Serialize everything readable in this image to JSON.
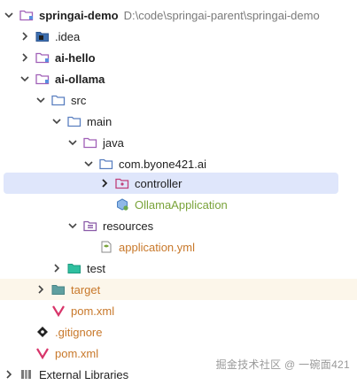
{
  "tree": [
    {
      "label": "springai-demo",
      "path": "D:\\code\\springai-parent\\springai-demo",
      "expanded": true,
      "type": "module",
      "bold": true
    },
    {
      "label": ".idea",
      "expanded": false,
      "type": "idea-folder",
      "bold": false
    },
    {
      "label": "ai-hello",
      "expanded": false,
      "type": "module",
      "bold": true
    },
    {
      "label": "ai-ollama",
      "expanded": true,
      "type": "module",
      "bold": true
    },
    {
      "label": "src",
      "expanded": true,
      "type": "folder",
      "bold": false
    },
    {
      "label": "main",
      "expanded": true,
      "type": "folder",
      "bold": false
    },
    {
      "label": "java",
      "expanded": true,
      "type": "source-folder",
      "bold": false
    },
    {
      "label": "com.byone421.ai",
      "expanded": true,
      "type": "package",
      "bold": false
    },
    {
      "label": "controller",
      "expanded": false,
      "type": "package",
      "bold": false,
      "selected": true
    },
    {
      "label": "OllamaApplication",
      "type": "spring-class",
      "bold": false
    },
    {
      "label": "resources",
      "expanded": true,
      "type": "resources-folder",
      "bold": false
    },
    {
      "label": "application.yml",
      "type": "yml-file",
      "bold": false
    },
    {
      "label": "test",
      "expanded": false,
      "type": "test-folder",
      "bold": false
    },
    {
      "label": "target",
      "expanded": false,
      "type": "excluded-folder",
      "bold": false
    },
    {
      "label": "pom.xml",
      "type": "maven-file",
      "bold": false
    },
    {
      "label": ".gitignore",
      "type": "gitignore-file",
      "bold": false
    },
    {
      "label": "pom.xml",
      "type": "maven-file",
      "bold": false
    },
    {
      "label": "External Libraries",
      "expanded": false,
      "type": "libraries",
      "bold": false
    }
  ],
  "watermark": "掘金技术社区 @ 一碗面421",
  "colors": {
    "selection": "#dfe6fb",
    "excluded_bg": "#fcf6ea",
    "spring_text": "#7aa33a",
    "yml_text": "#c8782a"
  }
}
